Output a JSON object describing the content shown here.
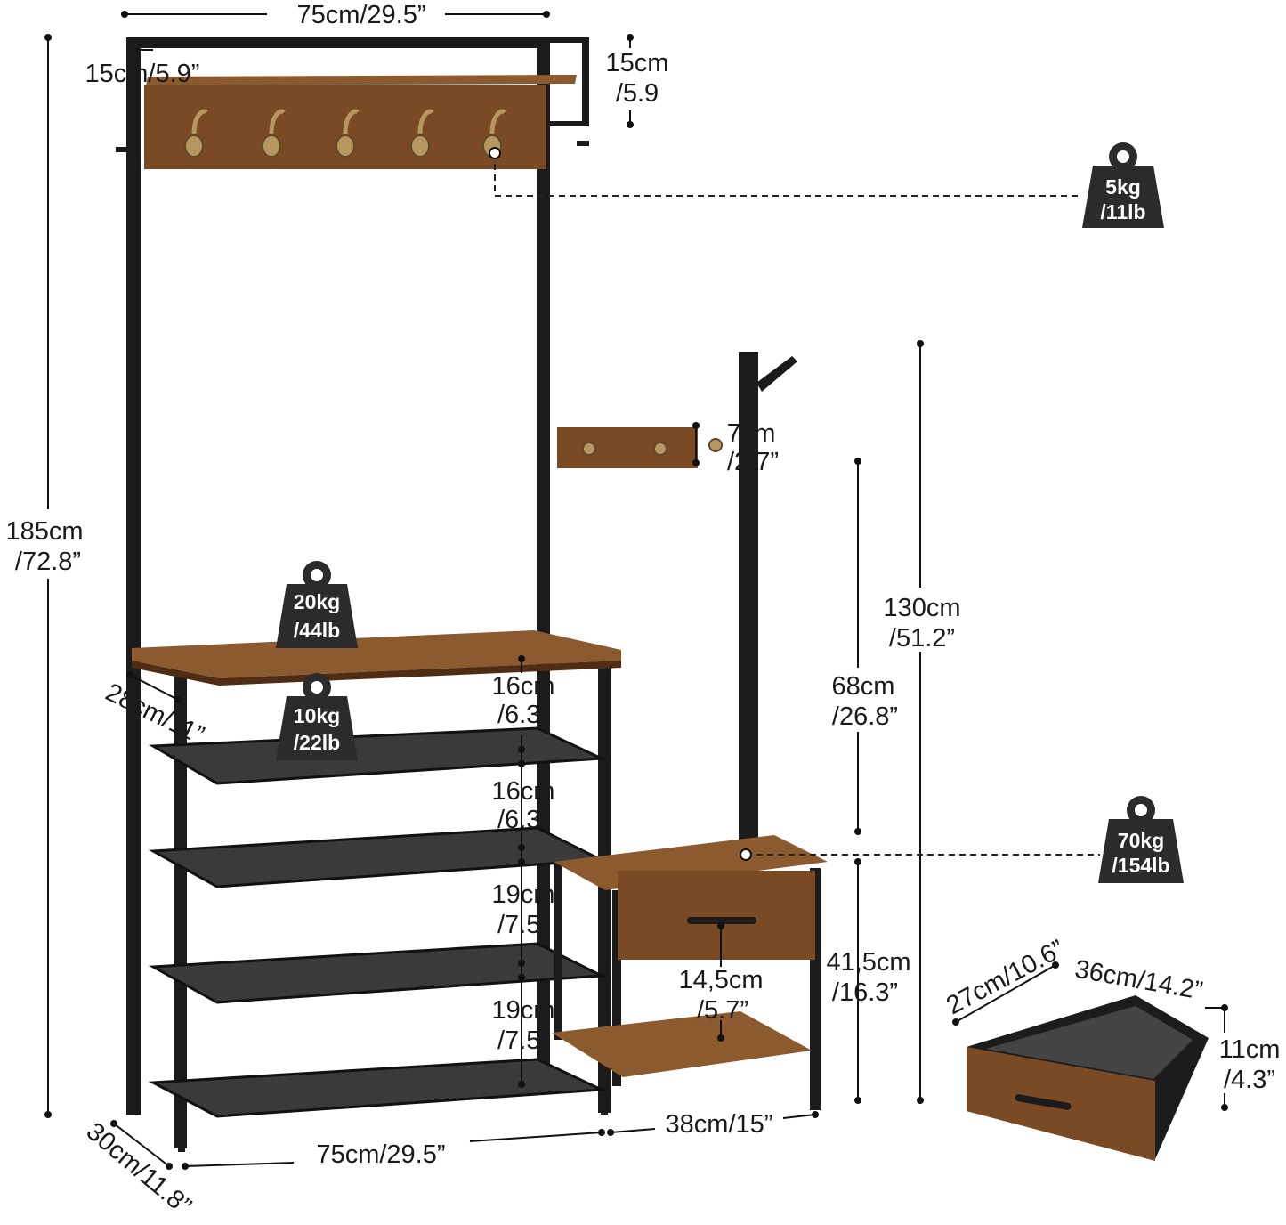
{
  "dimensions": {
    "top_width": "75cm/29.5”",
    "top_depth": "15cm/5.9”",
    "hook_board_height_cm": "15cm",
    "hook_board_height_in": "/5.9",
    "total_height_cm": "185cm",
    "total_height_in": "/72.8”",
    "bench_depth": "28cm/11”",
    "gap1_cm": "16cm",
    "gap1_in": "/6.3”",
    "gap2_cm": "16cm",
    "gap2_in": "/6.3”",
    "gap3_cm": "19cm",
    "gap3_in": "/7.5”",
    "gap4_cm": "19cm",
    "gap4_in": "/7.5”",
    "side_hook_cm": "7cm",
    "side_hook_in": "/2.7”",
    "side_height_cm": "130cm",
    "side_height_in": "/51.2”",
    "side_upper_cm": "68cm",
    "side_upper_in": "/26.8”",
    "side_lower_cm": "41,5cm",
    "side_lower_in": "/16.3”",
    "side_shelf_gap_cm": "14,5cm",
    "side_shelf_gap_in": "/5.7”",
    "bottom_width": "75cm/29.5”",
    "bottom_depth": "30cm/11.8”",
    "side_width": "38cm/15”",
    "drawer_depth": "27cm/10.6”",
    "drawer_width": "36cm/14.2”",
    "drawer_height_cm": "11cm",
    "drawer_height_in": "/4.3”"
  },
  "weights": {
    "hook": {
      "top": "5kg",
      "bottom": "/11lb"
    },
    "bench": {
      "top": "20kg",
      "bottom": "/44lb"
    },
    "shelf": {
      "top": "10kg",
      "bottom": "/22lb"
    },
    "side_bench": {
      "top": "70kg",
      "bottom": "/154lb"
    }
  }
}
